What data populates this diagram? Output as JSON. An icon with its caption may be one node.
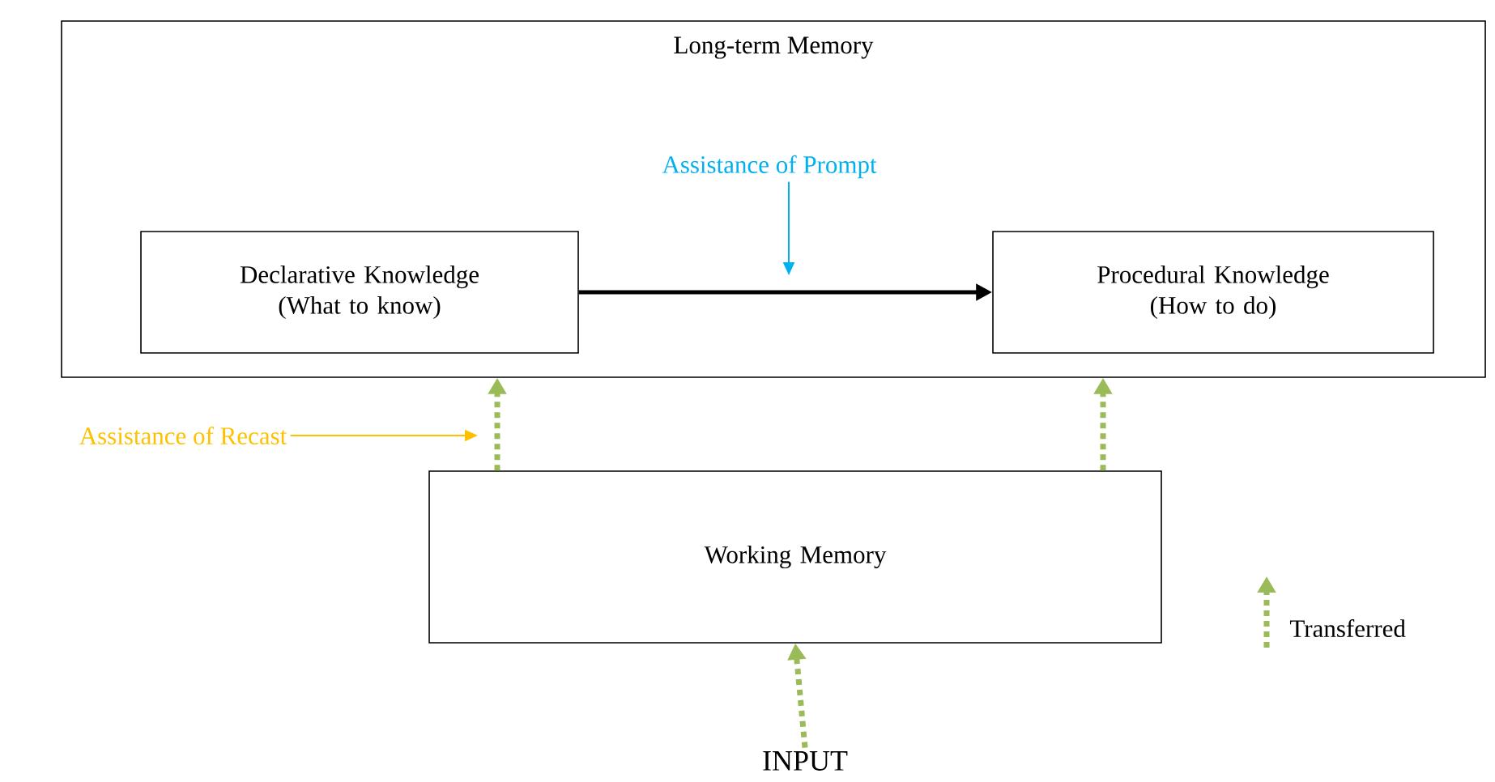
{
  "diagram": {
    "nodes": [
      {
        "text": [
          "Long-term Memory"
        ]
      },
      {
        "text": [
          "Declarative Knowledge (What to know)"
        ],
        "in": 0
      },
      {
        "text": [
          "Procedural Knowledge (How to do)"
        ],
        "in": 0
      },
      {
        "text": [
          "Working Memory"
        ]
      },
      {
        "text": [
          "INPUT"
        ]
      },
      {
        "text": [
          "Assistance of Prompt"
        ],
        "in": 0
      },
      {
        "text": [
          "Assistance of Recast"
        ]
      }
    ],
    "edges": [
      {
        "from": 1,
        "to": 2,
        "arrow": "to",
        "color": "#000000"
      },
      {
        "from": 3,
        "to": 1,
        "arrow": "to",
        "style": "dashed"
      },
      {
        "from": 3,
        "to": 2,
        "arrow": "to",
        "style": "dashed"
      },
      {
        "from": 4,
        "to": 3,
        "arrow": "to",
        "style": "dashed"
      },
      {
        "from": 5,
        "to": null,
        "arrow": "to",
        "color": "#00b0f0"
      },
      {
        "from": 6,
        "to": null,
        "arrow": "to",
        "color": "#ffc000"
      }
    ],
    "legend": [
      {
        "text": "Transferred"
      }
    ]
  }
}
